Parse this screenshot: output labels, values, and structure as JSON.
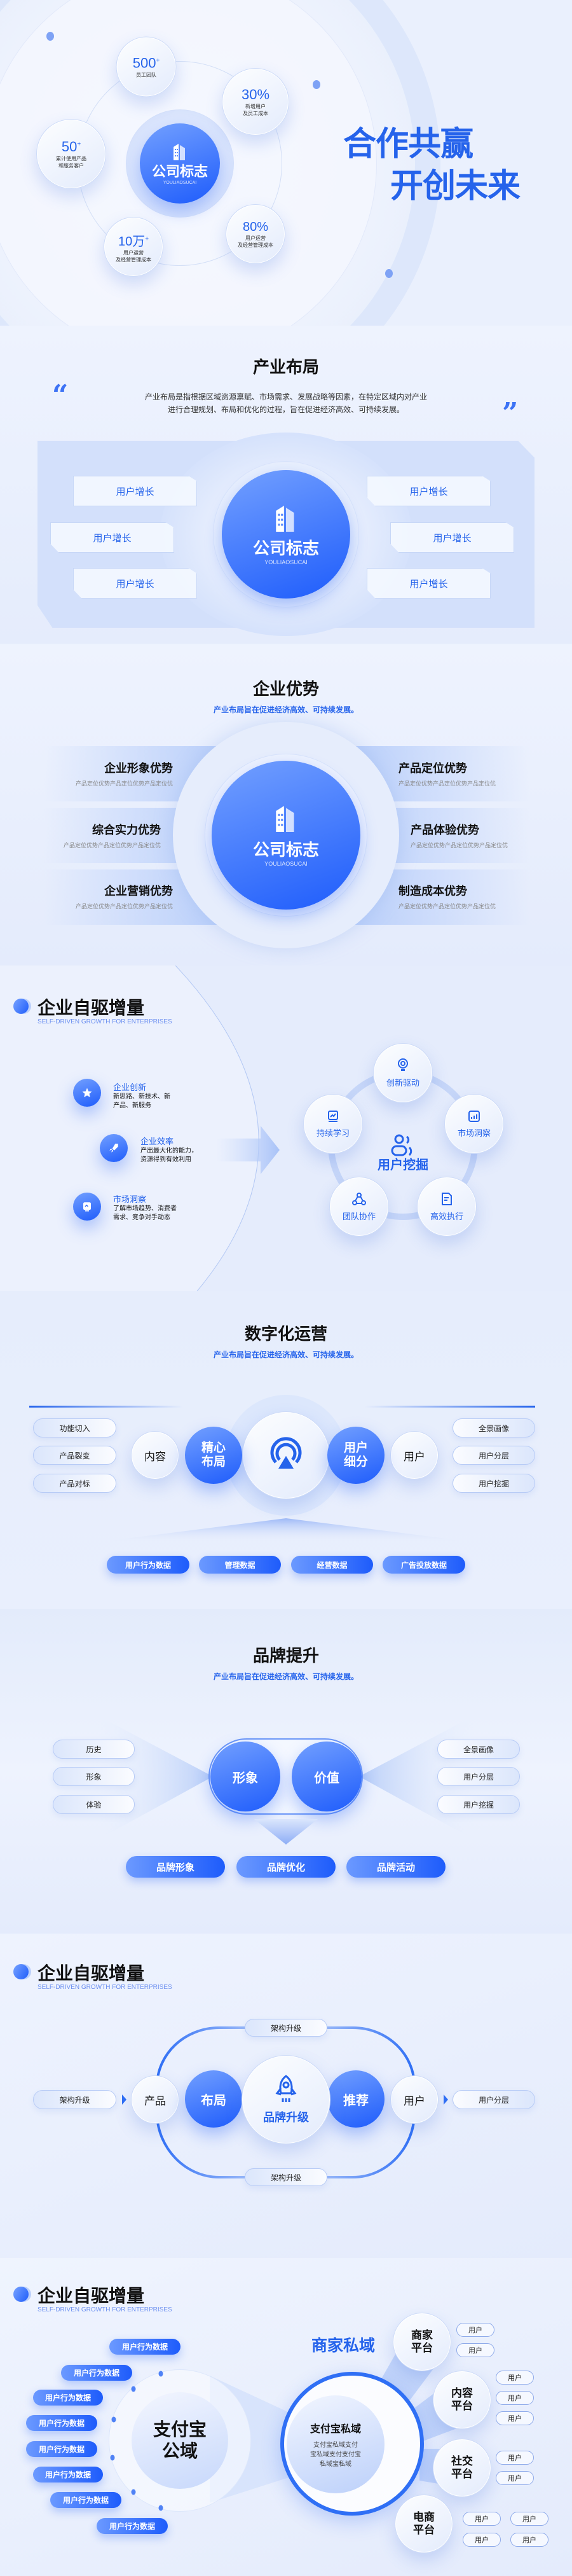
{
  "colors": {
    "accent": "#2563eb",
    "accent_dark": "#1e5cfb",
    "background": "#e3ebfb",
    "text": "#111111"
  },
  "hero": {
    "logo_name": "公司标志",
    "logo_sub": "YOULIAOSUCAI",
    "title": [
      "合作共赢",
      "开创未来"
    ],
    "stats": [
      {
        "value": "500",
        "sup": "+",
        "lines": [
          "员工团队"
        ]
      },
      {
        "value": "30%",
        "sup": "",
        "lines": [
          "新增用户",
          "及员工成本"
        ]
      },
      {
        "value": "50",
        "sup": "+",
        "lines": [
          "累计使用产品",
          "和服务客户"
        ]
      },
      {
        "value": "10万",
        "sup": "+",
        "lines": [
          "用户运营",
          "及经营管理成本"
        ]
      },
      {
        "value": "80%",
        "sup": "",
        "lines": [
          "用户运营",
          "及经营管理成本"
        ]
      }
    ]
  },
  "layout_section": {
    "title": "产业布局",
    "quote_open": "“",
    "quote_close": "”",
    "paragraph": [
      "产业布局是指根据区域资源禀赋、市场需求、发展战略等因素，在特定区域内对产业",
      "进行合理规划、布局和优化的过程，旨在促进经济高效、可持续发展。"
    ],
    "logo_name": "公司标志",
    "logo_sub": "YOULIAOSUCAI",
    "tags": [
      "用户增长",
      "用户增长",
      "用户增长",
      "用户增长",
      "用户增长",
      "用户增长"
    ]
  },
  "advantages": {
    "title": "企业优势",
    "subtitle": "产业布局旨在促进经济高效、可持续发展。",
    "logo_name": "公司标志",
    "logo_sub": "YOULIAOSUCAI",
    "left": [
      {
        "title": "企业形象优势",
        "desc": "产品定位优势产品定位优势产品定位优"
      },
      {
        "title": "综合实力优势",
        "desc": "产品定位优势产品定位优势产品定位优"
      },
      {
        "title": "企业营销优势",
        "desc": "产品定位优势产品定位优势产品定位优"
      }
    ],
    "right": [
      {
        "title": "产品定位优势",
        "desc": "产品定位优势产品定位优势产品定位优"
      },
      {
        "title": "产品体验优势",
        "desc": "产品定位优势产品定位优势产品定位优"
      },
      {
        "title": "制造成本优势",
        "desc": "产品定位优势产品定位优势产品定位优"
      }
    ]
  },
  "growth1": {
    "title": "企业自驱增量",
    "subtitle": "SELF-DRIVEN GROWTH FOR ENTERPRISES",
    "items": [
      {
        "title": "企业创新",
        "lines": [
          "新思路、新技术、新",
          "产品、新服务"
        ],
        "icon": "star-icon"
      },
      {
        "title": "企业效率",
        "lines": [
          "产出最大化的能力，",
          "资源得到有效利用"
        ],
        "icon": "rocket-icon"
      },
      {
        "title": "市场洞察",
        "lines": [
          "了解市场趋势、消费者",
          "需求、竞争对手动态"
        ],
        "icon": "monitor-icon"
      }
    ],
    "center": "用户挖掘",
    "cycle": [
      "创新驱动",
      "市场洞察",
      "高效执行",
      "团队协作",
      "持续学习"
    ]
  },
  "digital": {
    "title": "数字化运营",
    "subtitle": "产业布局旨在促进经济高效、可持续发展。",
    "left_pills": [
      "功能切入",
      "产品裂变",
      "产品对标"
    ],
    "left_node": "内容",
    "left_main": [
      "精心",
      "布局"
    ],
    "right_main": [
      "用户",
      "细分"
    ],
    "right_node": "用户",
    "right_pills": [
      "全景画像",
      "用户分层",
      "用户挖掘"
    ],
    "buttons": [
      "用户行为数据",
      "管理数据",
      "经营数据",
      "广告投放数据"
    ]
  },
  "brand": {
    "title": "品牌提升",
    "subtitle": "产业布局旨在促进经济高效、可持续发展。",
    "left_pills": [
      "历史",
      "形象",
      "体验"
    ],
    "right_pills": [
      "全景画像",
      "用户分层",
      "用户挖掘"
    ],
    "circles": [
      "形象",
      "价值"
    ],
    "buttons": [
      "品牌形象",
      "品牌优化",
      "品牌活动"
    ]
  },
  "growth2": {
    "title": "企业自驱增量",
    "subtitle": "SELF-DRIVEN GROWTH FOR ENTERPRISES",
    "top_pill": "架构升级",
    "bottom_pill": "架构升级",
    "left_pill": "架构升级",
    "right_pill": "用户分层",
    "product": "产品",
    "layout": "布局",
    "center": "品牌升级",
    "recommend": "推荐",
    "user": "用户"
  },
  "growth3": {
    "title": "企业自驱增量",
    "subtitle": "SELF-DRIVEN GROWTH FOR ENTERPRISES",
    "public": [
      "支付宝",
      "公域"
    ],
    "data_pills": [
      "用户行为数据",
      "用户行为数据",
      "用户行为数据",
      "用户行为数据",
      "用户行为数据",
      "用户行为数据",
      "用户行为数据",
      "用户行为数据"
    ],
    "private_title": "商家私域",
    "private_name": "支付宝私域",
    "private_desc": [
      "支付宝私域支付",
      "宝私域支付支付宝",
      "私域宝私域"
    ],
    "platforms": [
      {
        "name": [
          "商家",
          "平台"
        ],
        "users": [
          "用户",
          "用户"
        ]
      },
      {
        "name": [
          "内容",
          "平台"
        ],
        "users": [
          "用户",
          "用户",
          "用户"
        ]
      },
      {
        "name": [
          "社交",
          "平台"
        ],
        "users": [
          "用户",
          "用户"
        ]
      },
      {
        "name": [
          "电商",
          "平台"
        ],
        "users": [
          "用户",
          "用户",
          "用户",
          "用户"
        ]
      }
    ]
  }
}
